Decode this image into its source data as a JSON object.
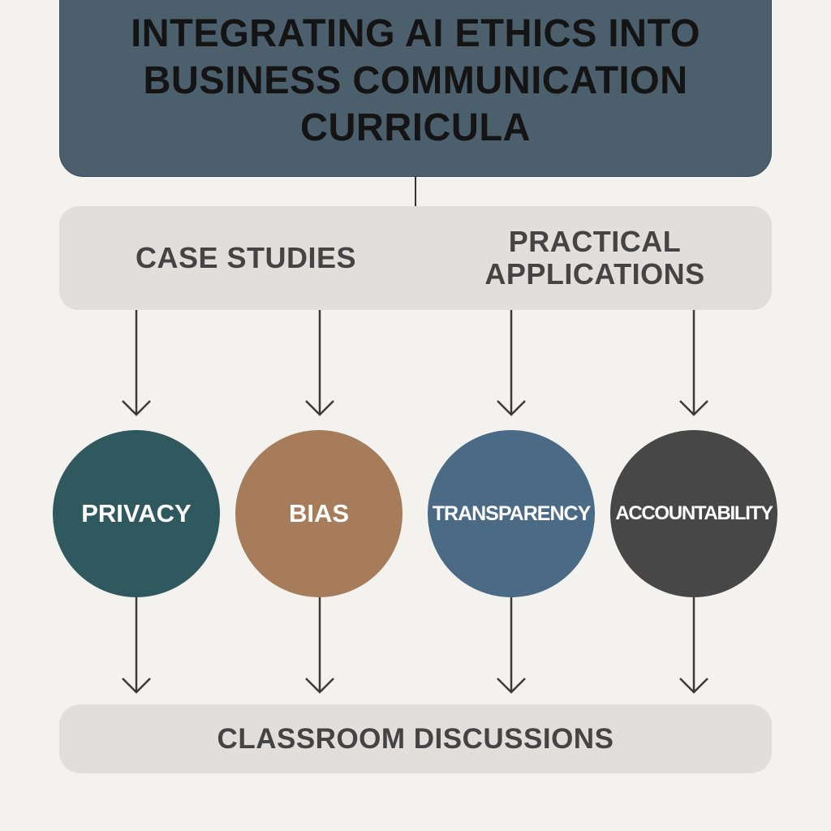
{
  "title": "INTEGRATING AI ETHICS INTO BUSINESS COMMUNICATION CURRICULA",
  "middle": {
    "left_label": "CASE STUDIES",
    "right_label": "PRACTICAL APPLICATIONS"
  },
  "topics": [
    {
      "label": "PRIVACY",
      "color": "#30585f"
    },
    {
      "label": "BIAS",
      "color": "#a67c5a"
    },
    {
      "label": "TRANSPARENCY",
      "color": "#4a6a86"
    },
    {
      "label": "ACCOUNTABILITY",
      "color": "#474747"
    }
  ],
  "bottom": {
    "label": "CLASSROOM DISCUSSIONS"
  },
  "colors": {
    "background": "#f3f2ef",
    "title_box": "#4b5f6d",
    "panel": "#e0dfdc",
    "text_dark": "#444444",
    "arrow": "#3a3a3a"
  }
}
